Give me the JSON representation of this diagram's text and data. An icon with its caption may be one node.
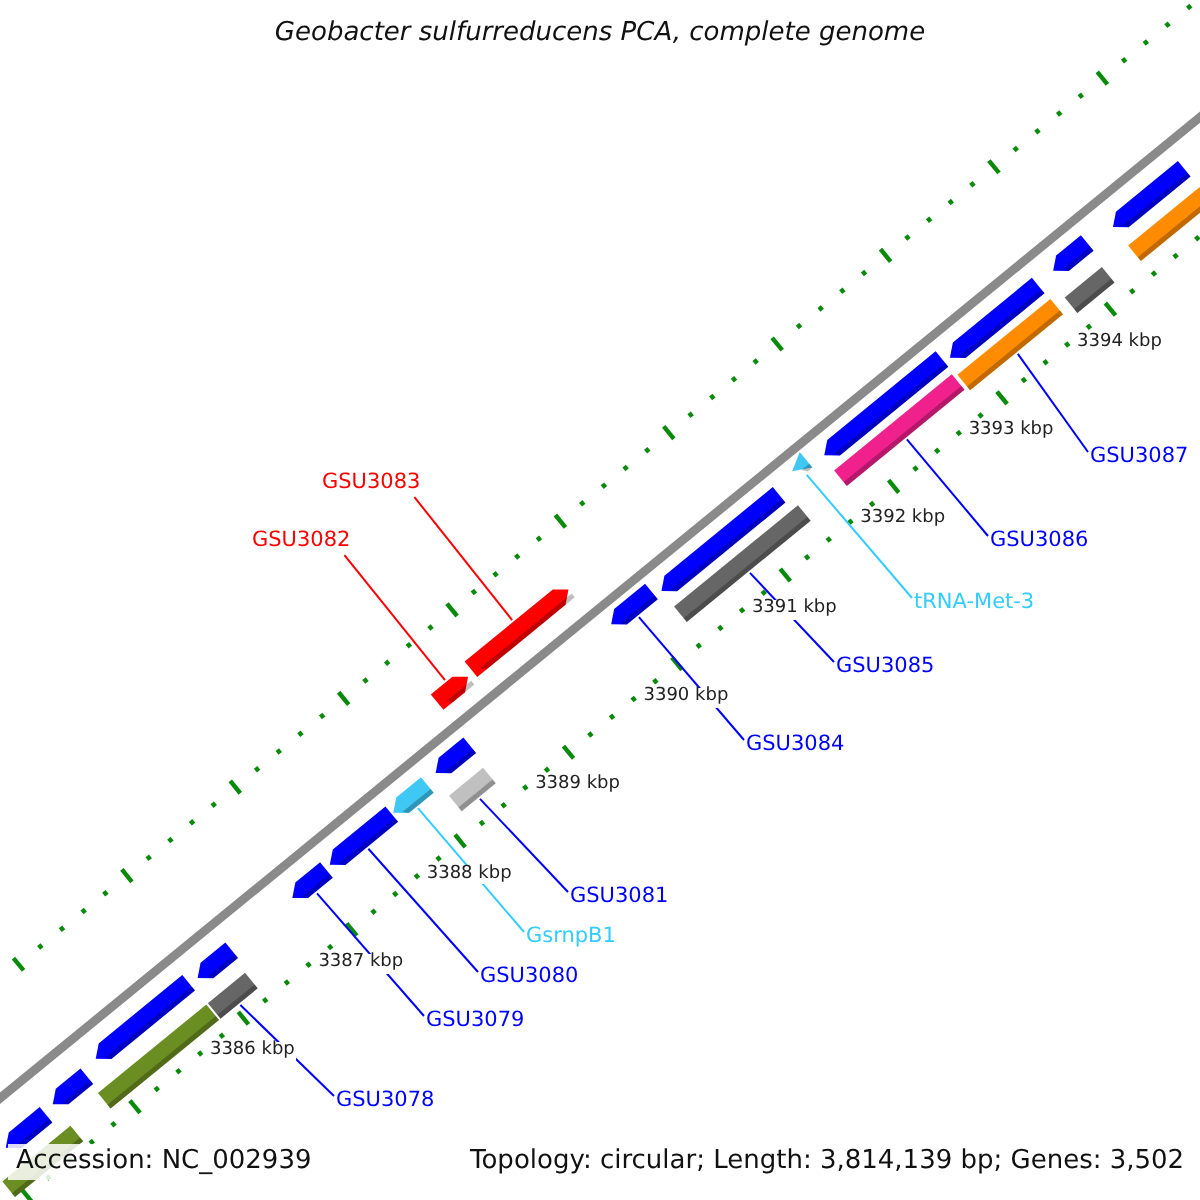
{
  "diagram": {
    "title": "Geobacter sulfurreducens PCA, complete genome",
    "nodes": [
      {
        "text": [
          "GSU3087"
        ]
      },
      {
        "text": [
          "GSU3083"
        ]
      },
      {
        "text": [
          "GSU3082"
        ]
      },
      {
        "text": [
          "GSU3086"
        ]
      },
      {
        "text": [
          "tRNA-Met-3"
        ]
      },
      {
        "text": [
          "GSU3085"
        ]
      },
      {
        "text": [
          "GSU3084"
        ]
      },
      {
        "text": [
          "GSU3081"
        ]
      },
      {
        "text": [
          "GsrnpB1"
        ]
      },
      {
        "text": [
          "GSU3080"
        ]
      },
      {
        "text": [
          "GSU3079"
        ]
      },
      {
        "text": [
          "GSU3078"
        ]
      },
      {
        "text": [],
        "shape": "pentagon"
      },
      {
        "text": [],
        "shape": "bar"
      },
      {
        "text": [],
        "shape": "pentagon"
      },
      {
        "text": [],
        "shape": "bar"
      },
      {
        "text": [],
        "shape": "pentagon"
      },
      {
        "text": [],
        "shape": "bar"
      },
      {
        "text": [],
        "shape": "pentagon"
      },
      {
        "text": [],
        "shape": "pentagon"
      },
      {
        "text": [],
        "shape": "pentagon"
      },
      {
        "text": [],
        "shape": "pentagon"
      },
      {
        "text": [],
        "shape": "bar"
      },
      {
        "text": [],
        "shape": "pentagon"
      },
      {
        "text": [],
        "shape": "pentagon"
      },
      {
        "text": [],
        "shape": "pentagon"
      },
      {
        "text": [],
        "shape": "pentagon"
      },
      {
        "text": [],
        "shape": "bar"
      },
      {
        "text": [],
        "shape": "pentagon"
      },
      {
        "text": [],
        "shape": "triangle"
      },
      {
        "text": [],
        "shape": "bar"
      },
      {
        "text": [],
        "shape": "pentagon"
      },
      {
        "text": [],
        "shape": "bar"
      },
      {
        "text": [],
        "shape": "pentagon"
      },
      {
        "text": [],
        "shape": "bar"
      },
      {
        "text": [],
        "shape": "pentagon"
      },
      {
        "text": [],
        "shape": "bar"
      },
      {
        "text": [],
        "shape": "pentagon"
      }
    ],
    "edges": [
      {
        "from": 0,
        "to": 32,
        "arrow": "none"
      },
      {
        "from": 1,
        "to": 25,
        "arrow": "none",
        "color": "#ff0000"
      },
      {
        "from": 2,
        "to": 24,
        "arrow": "none",
        "color": "#ff0000"
      },
      {
        "from": 3,
        "to": 30,
        "arrow": "none"
      },
      {
        "from": 4,
        "to": 29,
        "arrow": "none",
        "color": "#33ccff"
      },
      {
        "from": 5,
        "to": 27,
        "arrow": "none"
      },
      {
        "from": 6,
        "to": 26,
        "arrow": "none"
      },
      {
        "from": 7,
        "to": 22,
        "arrow": "none"
      },
      {
        "from": 8,
        "to": 21,
        "arrow": "none",
        "color": "#33ccff"
      },
      {
        "from": 9,
        "to": 20,
        "arrow": "none"
      },
      {
        "from": 10,
        "to": 19,
        "arrow": "none"
      },
      {
        "from": 11,
        "to": 17,
        "arrow": "none"
      }
    ],
    "labels": [
      "3394 kbp",
      "3393 kbp",
      "3392 kbp",
      "3391 kbp",
      "3390 kbp",
      "3389 kbp",
      "3388 kbp",
      "3387 kbp",
      "3386 kbp",
      "Accession: NC_002939",
      "Topology: circular; Length: 3,814,139 bp; Genes: 3,502"
    ]
  }
}
